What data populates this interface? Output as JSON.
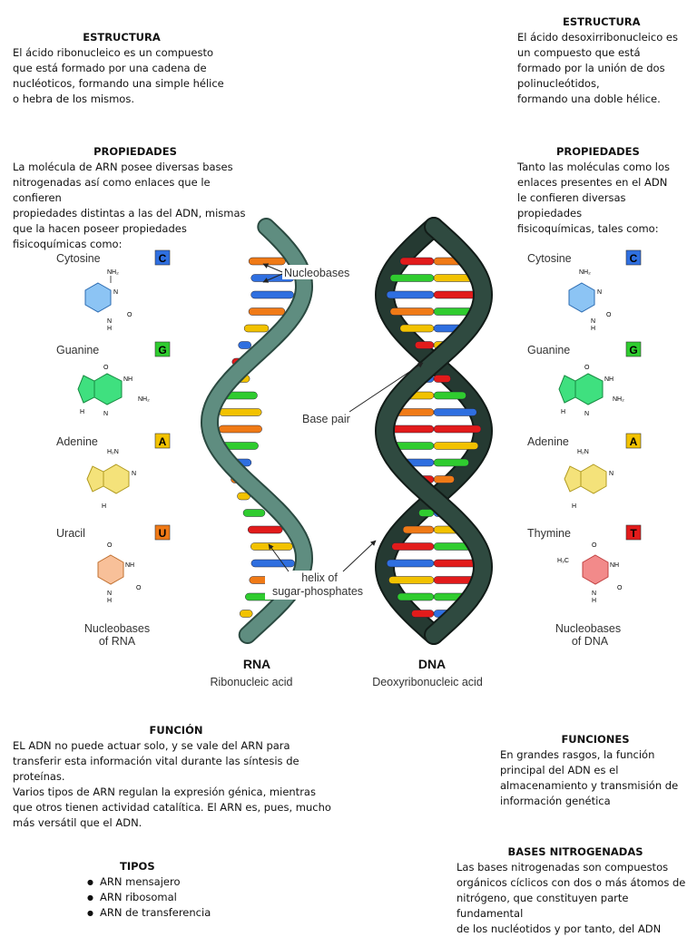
{
  "rna_estructura": {
    "title": "ESTRUCTURA",
    "text": "El ácido ribonucleico es un compuesto\nque está formado por una cadena de\nnucléoticos, formando una simple hélice\no hebra de los mismos."
  },
  "dna_estructura": {
    "title": "ESTRUCTURA",
    "text": "El ácido desoxirribonucleico es\nun compuesto que está\nformado por la unión de dos\npolinucleótidos,\nformando una doble hélice."
  },
  "rna_propiedades": {
    "title": "PROPIEDADES",
    "text": "La molécula de ARN posee diversas bases\nnitrogenadas así como enlaces que le confieren\npropiedades distintas a las del ADN, mismas\nque la hacen poseer propiedades\nfisicoquímicas como:"
  },
  "dna_propiedades": {
    "title": "PROPIEDADES",
    "text": "Tanto las moléculas como los\nenlaces presentes en el ADN\nle confieren diversas\npropiedades\nfisicoquímicas, tales como:"
  },
  "funcion": {
    "title": "FUNCIÓN",
    "text": "EL ADN no puede actuar solo, y se vale del ARN para\ntransferir esta información vital durante las síntesis de\nproteínas.\nVarios tipos de ARN regulan la expresión génica, mientras\nque otros tienen actividad catalítica. El ARN es, pues, mucho\nmás versátil que el ADN."
  },
  "funciones": {
    "title": "FUNCIONES",
    "text": "En grandes rasgos, la función\nprincipal del ADN es el\nalmacenamiento y transmisión de\ninformación genética"
  },
  "tipos": {
    "title": "TIPOS",
    "items": [
      "ARN mensajero",
      "ARN ribosomal",
      "ARN de transferencia"
    ]
  },
  "bases_nitrogenadas": {
    "title": "BASES NITROGENADAS",
    "text": "Las bases nitrogenadas son compuestos\norgánicos cíclicos con dos o más átomos de\nnitrógeno, que constituyen parte fundamental\nde los nucléotidos y por tanto, del ADN"
  },
  "diagram": {
    "rna_bases": [
      {
        "name": "Cytosine",
        "letter": "C",
        "color": "#2f6fe0"
      },
      {
        "name": "Guanine",
        "letter": "G",
        "color": "#2fcc2f"
      },
      {
        "name": "Adenine",
        "letter": "A",
        "color": "#f2c200"
      },
      {
        "name": "Uracil",
        "letter": "U",
        "color": "#f07a16"
      }
    ],
    "dna_bases": [
      {
        "name": "Cytosine",
        "letter": "C",
        "color": "#2f6fe0"
      },
      {
        "name": "Guanine",
        "letter": "G",
        "color": "#2fcc2f"
      },
      {
        "name": "Adenine",
        "letter": "A",
        "color": "#f2c200"
      },
      {
        "name": "Thymine",
        "letter": "T",
        "color": "#e21b1b"
      }
    ],
    "rna_caption_1": "Nucleobases",
    "rna_caption_2": "of RNA",
    "dna_caption_1": "Nucleobases",
    "dna_caption_2": "of DNA",
    "label_nucleobases": "Nucleobases",
    "label_base_pair": "Base pair",
    "label_helix_1": "helix of",
    "label_helix_2": "sugar-phosphates",
    "rna_title": "RNA",
    "rna_subtitle": "Ribonucleic acid",
    "dna_title": "DNA",
    "dna_subtitle": "Deoxyribonucleic acid",
    "atoms": {
      "nh2": "NH₂",
      "n": "N",
      "h": "H",
      "o": "O",
      "nh": "NH",
      "h2n": "H₂N",
      "h3c": "H₃C"
    },
    "colors": {
      "rna_helix": "#5f8d80",
      "dna_helix": "#253a32",
      "cytosine_ring": "#8cc4f4",
      "guanine_ring": "#3fe07f",
      "adenine_ring": "#f4e27a",
      "uracil_ring": "#f8c099",
      "thymine_ring": "#f28a8a"
    }
  }
}
